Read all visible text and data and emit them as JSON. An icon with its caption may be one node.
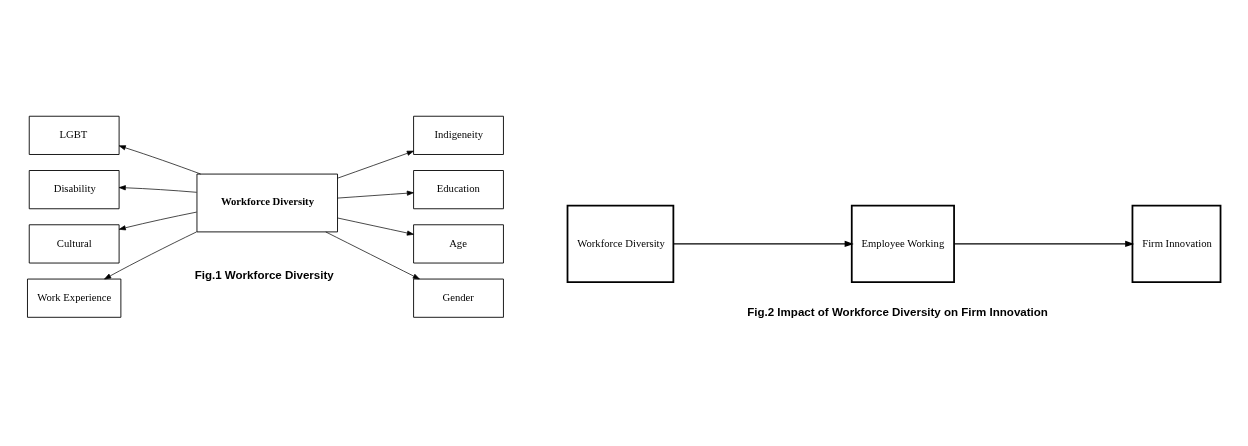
{
  "diagram": {
    "nodes": [
      {
        "text": [
          "LGBT"
        ]
      },
      {
        "text": [
          "Disability"
        ]
      },
      {
        "text": [
          "Cultural"
        ]
      },
      {
        "text": [
          "Work Experience"
        ]
      },
      {
        "text": [
          "Workforce Diversity"
        ]
      },
      {
        "text": [
          "Gender"
        ]
      },
      {
        "text": [
          "Age"
        ]
      },
      {
        "text": [
          "Education"
        ]
      },
      {
        "text": [
          "Indigeneity"
        ]
      },
      {
        "text": [
          "Workforce Diversity"
        ]
      },
      {
        "text": [
          "Employee Working"
        ]
      },
      {
        "text": [
          "Firm Innovation"
        ]
      }
    ],
    "edges": [
      {
        "from": 4,
        "to": 0,
        "arrow": "to"
      },
      {
        "from": 4,
        "to": 1,
        "arrow": "to"
      },
      {
        "from": 4,
        "to": 2,
        "arrow": "to"
      },
      {
        "from": 4,
        "to": 3,
        "arrow": "to"
      },
      {
        "from": 4,
        "to": 5,
        "arrow": "to"
      },
      {
        "from": 4,
        "to": 6,
        "arrow": "to"
      },
      {
        "from": 4,
        "to": 7,
        "arrow": "to"
      },
      {
        "from": 4,
        "to": 8,
        "arrow": "to"
      },
      {
        "from": 9,
        "to": 10,
        "arrow": "to"
      },
      {
        "from": 10,
        "to": 11,
        "arrow": "to"
      }
    ],
    "labels": [
      "Fig.1 Workforce Diversity",
      "Fig.2 Impact of Workforce Diversity on Firm Innovation"
    ]
  }
}
